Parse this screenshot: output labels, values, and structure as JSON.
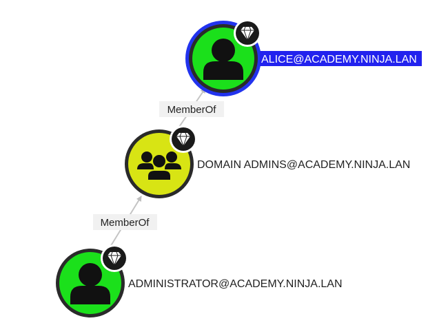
{
  "graph": {
    "nodes": {
      "alice": {
        "label": "ALICE@ACADEMY.NINJA.LAN",
        "type": "user",
        "icon": "user-icon",
        "badge_icon": "diamond-icon",
        "fill": "#1be01b",
        "selected": true,
        "selection_color": "#2233ee",
        "label_highlight_color": "#2222ee",
        "label_text_color": "#ffffff"
      },
      "domain_admins": {
        "label": "DOMAIN ADMINS@ACADEMY.NINJA.LAN",
        "type": "group",
        "icon": "group-icon",
        "badge_icon": "diamond-icon",
        "fill": "#d8e414",
        "selected": false
      },
      "administrator": {
        "label": "ADMINISTRATOR@ACADEMY.NINJA.LAN",
        "type": "user",
        "icon": "user-icon",
        "badge_icon": "diamond-icon",
        "fill": "#1be01b",
        "selected": false
      }
    },
    "edges": [
      {
        "from": "domain_admins",
        "to": "alice",
        "label": "MemberOf"
      },
      {
        "from": "administrator",
        "to": "domain_admins",
        "label": "MemberOf"
      }
    ]
  }
}
